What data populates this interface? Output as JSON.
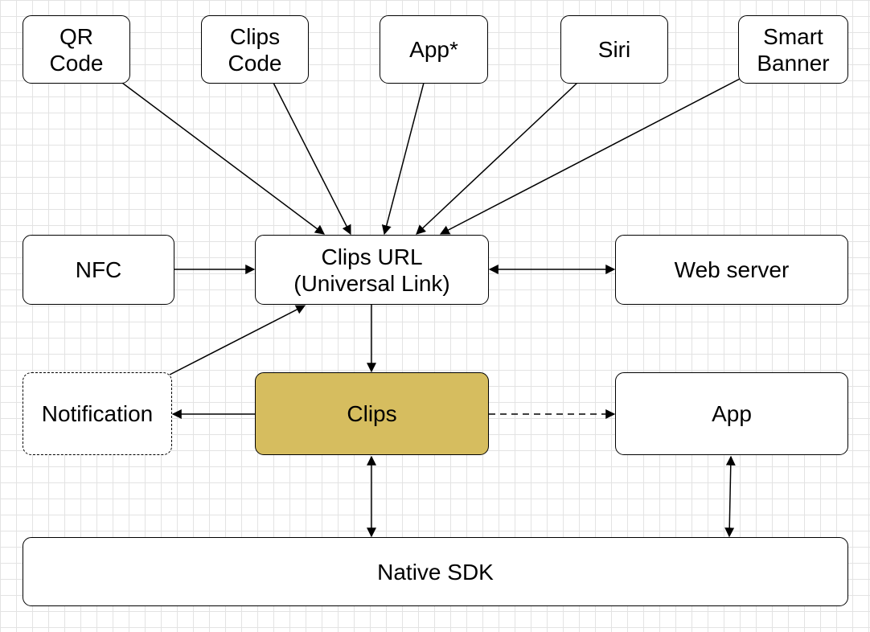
{
  "nodes": {
    "qr_code": "QR\nCode",
    "clips_code": "Clips\nCode",
    "app_star": "App*",
    "siri": "Siri",
    "smart_banner": "Smart\nBanner",
    "nfc": "NFC",
    "clips_url": "Clips URL\n(Universal Link)",
    "web_server": "Web server",
    "notification": "Notification",
    "clips": "Clips",
    "app": "App",
    "native_sdk": "Native SDK"
  },
  "colors": {
    "clips_fill": "#d6bd5f",
    "grid": "#e3e3e3",
    "stroke": "#000000"
  }
}
